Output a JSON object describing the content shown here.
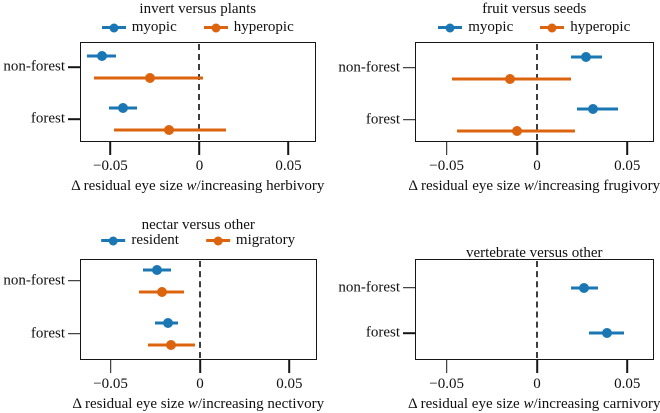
{
  "figure": {
    "background": "#ffffff",
    "axis_color": "#161616",
    "zero_line_color": "#3d3d3d",
    "accent_blue": "#1a77b4",
    "accent_orange": "#dc640e"
  },
  "chart_data": [
    {
      "type": "scatter",
      "variant": "dot-and-whisker",
      "title": "invert versus plants",
      "show_legend": true,
      "legend_position": "top",
      "grid": false,
      "series": [
        {
          "label": "myopic",
          "color": "#1a77b4"
        },
        {
          "label": "hyperopic",
          "color": "#dc640e"
        }
      ],
      "groups": [
        "non-forest",
        "forest"
      ],
      "xlabel_prefix": "Δ residual eye size ",
      "xlabel_italic": "w",
      "xlabel_suffix": "/increasing herbivory",
      "xlim": [
        -0.0671,
        0.0652
      ],
      "zero_line_at": 0,
      "x_ticks": [
        {
          "v": -0.05,
          "label": "−0.05"
        },
        {
          "v": 0,
          "label": "0"
        },
        {
          "v": 0.05,
          "label": "0.05"
        }
      ],
      "points": [
        {
          "group": "non-forest",
          "series": "myopic",
          "value": -0.055,
          "ci_low": -0.063,
          "ci_high": -0.047
        },
        {
          "group": "non-forest",
          "series": "hyperopic",
          "value": -0.028,
          "ci_low": -0.059,
          "ci_high": 0.002
        },
        {
          "group": "forest",
          "series": "myopic",
          "value": -0.043,
          "ci_low": -0.051,
          "ci_high": -0.035
        },
        {
          "group": "forest",
          "series": "hyperopic",
          "value": -0.017,
          "ci_low": -0.048,
          "ci_high": 0.015
        }
      ]
    },
    {
      "type": "scatter",
      "variant": "dot-and-whisker",
      "title": "fruit versus seeds",
      "show_legend": true,
      "legend_position": "top",
      "grid": false,
      "series": [
        {
          "label": "myopic",
          "color": "#1a77b4"
        },
        {
          "label": "hyperopic",
          "color": "#dc640e"
        }
      ],
      "groups": [
        "non-forest",
        "forest"
      ],
      "xlabel_prefix": "Δ residual eye size ",
      "xlabel_italic": "w",
      "xlabel_suffix": "/increasing frugivory",
      "xlim": [
        -0.0675,
        0.0645
      ],
      "zero_line_at": 0,
      "x_ticks": [
        {
          "v": -0.05,
          "label": "−0.05"
        },
        {
          "v": 0,
          "label": "0"
        },
        {
          "v": 0.05,
          "label": "0.05"
        }
      ],
      "points": [
        {
          "group": "non-forest",
          "series": "myopic",
          "value": 0.027,
          "ci_low": 0.019,
          "ci_high": 0.036
        },
        {
          "group": "non-forest",
          "series": "hyperopic",
          "value": -0.015,
          "ci_low": -0.047,
          "ci_high": 0.019
        },
        {
          "group": "forest",
          "series": "myopic",
          "value": 0.031,
          "ci_low": 0.022,
          "ci_high": 0.045
        },
        {
          "group": "forest",
          "series": "hyperopic",
          "value": -0.011,
          "ci_low": -0.044,
          "ci_high": 0.021
        }
      ]
    },
    {
      "type": "scatter",
      "variant": "dot-and-whisker",
      "title": "nectar versus other",
      "show_legend": true,
      "legend_position": "top",
      "grid": false,
      "series": [
        {
          "label": "resident",
          "color": "#1a77b4"
        },
        {
          "label": "migratory",
          "color": "#dc640e"
        }
      ],
      "groups": [
        "non-forest",
        "forest"
      ],
      "xlabel_prefix": "Δ residual eye size ",
      "xlabel_italic": "w",
      "xlabel_suffix": "/increasing nectivory",
      "xlim": [
        -0.0671,
        0.0652
      ],
      "zero_line_at": 0,
      "x_ticks": [
        {
          "v": -0.05,
          "label": "−0.05"
        },
        {
          "v": 0,
          "label": "0"
        },
        {
          "v": 0.05,
          "label": "0.05"
        }
      ],
      "points": [
        {
          "group": "non-forest",
          "series": "resident",
          "value": -0.024,
          "ci_low": -0.032,
          "ci_high": -0.016
        },
        {
          "group": "non-forest",
          "series": "migratory",
          "value": -0.021,
          "ci_low": -0.034,
          "ci_high": -0.009
        },
        {
          "group": "forest",
          "series": "resident",
          "value": -0.018,
          "ci_low": -0.025,
          "ci_high": -0.012
        },
        {
          "group": "forest",
          "series": "migratory",
          "value": -0.016,
          "ci_low": -0.029,
          "ci_high": -0.003
        }
      ]
    },
    {
      "type": "scatter",
      "variant": "dot-and-whisker",
      "title": "vertebrate versus other",
      "show_legend": false,
      "legend_position": "none",
      "grid": false,
      "series": [
        {
          "label": "",
          "color": "#1a77b4"
        }
      ],
      "groups": [
        "non-forest",
        "forest"
      ],
      "xlabel_prefix": "Δ residual eye size ",
      "xlabel_italic": "w",
      "xlabel_suffix": "/increasing carnivory",
      "xlim": [
        -0.0675,
        0.0645
      ],
      "zero_line_at": 0,
      "x_ticks": [
        {
          "v": -0.05,
          "label": "−0.05"
        },
        {
          "v": 0,
          "label": "0"
        },
        {
          "v": 0.05,
          "label": "0.05"
        }
      ],
      "points": [
        {
          "group": "non-forest",
          "series": "",
          "value": 0.026,
          "ci_low": 0.019,
          "ci_high": 0.034
        },
        {
          "group": "forest",
          "series": "",
          "value": 0.039,
          "ci_low": 0.029,
          "ci_high": 0.048
        }
      ]
    }
  ]
}
